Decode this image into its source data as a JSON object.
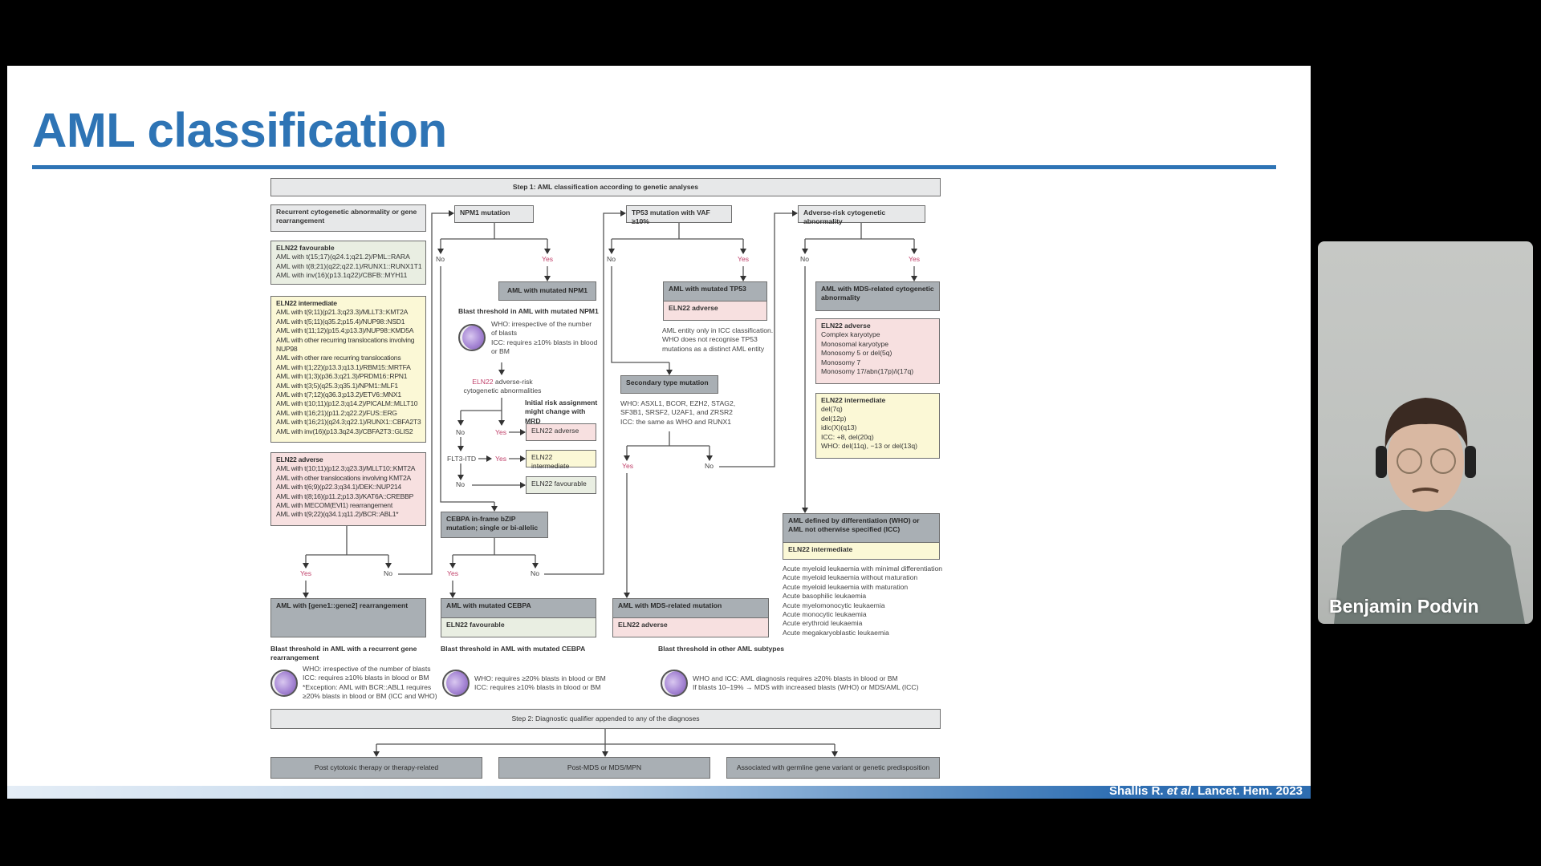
{
  "slide": {
    "title": "AML classification",
    "citation_prefix": "Shallis R. ",
    "citation_etal": "et al",
    "citation_suffix": ". Lancet. Hem. 2023"
  },
  "diagram": {
    "step1": "Step 1: AML classification according to genetic analyses",
    "step2": "Step 2: Diagnostic qualifier appended to any of the diagnoses",
    "yes": "Yes",
    "no": "No",
    "col1": {
      "header": "Recurrent cytogenetic abnormality or gene rearrangement",
      "favourable": {
        "title": "ELN22 favourable",
        "items": [
          "AML with t(15;17)(q24.1;q21.2)/PML::RARA",
          "AML with t(8;21)(q22;q22.1)/RUNX1::RUNX1T1",
          "AML with inv(16)(p13.1q22)/CBFB::MYH11"
        ]
      },
      "intermediate": {
        "title": "ELN22 intermediate",
        "items": [
          "AML with t(9;11)(p21.3;q23.3)/MLLT3::KMT2A",
          "AML with t(5;11)(q35.2;p15.4)/NUP98::NSD1",
          "AML with t(11;12)(p15.4;p13.3)/NUP98::KMD5A",
          "AML with other recurring translocations involving",
          "NUP98",
          "AML with other rare recurring translocations",
          "AML with t(1;22)(p13.3;q13.1)/RBM15::MRTFA",
          "AML with t(1;3)(p36.3;q21.3)/PRDM16::RPN1",
          "AML with t(3;5)(q25.3;q35.1)/NPM1::MLF1",
          "AML with t(7;12)(q36.3;p13.2)/ETV6::MNX1",
          "AML with t(10;11)(p12.3;q14.2)/PICALM::MLLT10",
          "AML with t(16;21)(p11.2;q22.2)/FUS::ERG",
          "AML with t(16;21)(q24.3;q22.1)/RUNX1::CBFA2T3",
          "AML with inv(16)(p13.3q24.3)/CBFA2T3::GLIS2"
        ]
      },
      "adverse": {
        "title": "ELN22 adverse",
        "items": [
          "AML with t(10;11)(p12.3;q23.3)/MLLT10::KMT2A",
          "AML with other translocations involving KMT2A",
          "AML with t(6;9)(p22.3;q34.1)/DEK::NUP214",
          "AML with t(8;16)(p11.2;p13.3)/KAT6A::CREBBP",
          "AML with MECOM(EVI1) rearrangement",
          "AML with t(9;22)(q34.1;q11.2)/BCR::ABL1*"
        ]
      },
      "result": "AML with [gene1::gene2] rearrangement",
      "blast_title": "Blast threshold in AML with a recurrent gene rearrangement",
      "blast_lines": [
        "WHO: irrespective of the number of blasts",
        "ICC: requires ≥10% blasts in blood or BM",
        "*Exception: AML with BCR::ABL1 requires",
        "≥20% blasts in blood or BM (ICC and WHO)"
      ]
    },
    "col2": {
      "header": "NPM1 mutation",
      "result": "AML with mutated NPM1",
      "blast_title": "Blast threshold in AML with mutated NPM1",
      "blast_lines": [
        "WHO: irrespective of the number",
        "of blasts",
        "ICC: requires ≥10% blasts in blood",
        "or BM"
      ],
      "eln_prefix": "ELN22",
      "eln_text": " adverse-risk cytogenetic abnormalities",
      "mrd_note": "Initial risk assignment might change with MRD",
      "flt3": "FLT3-ITD",
      "risk_adverse": "ELN22 adverse",
      "risk_intermediate": "ELN22 intermediate",
      "risk_favourable": "ELN22 favourable",
      "cebpa": "CEBPA in-frame bZIP mutation; single or bi-allelic",
      "cebpa_result": "AML with mutated CEBPA",
      "cebpa_risk": "ELN22 favourable",
      "cebpa_blast_title": "Blast threshold in AML with mutated CEBPA",
      "cebpa_blast_lines": [
        "WHO: requires ≥20% blasts in blood or BM",
        "ICC: requires ≥10% blasts in blood or BM"
      ]
    },
    "col3": {
      "header": "TP53 mutation with VAF ≥10%",
      "result": "AML with mutated TP53",
      "risk": "ELN22 adverse",
      "note": [
        "AML entity only in ICC classification.",
        "WHO does not recognise TP53",
        "mutations as a distinct AML entity"
      ],
      "secondary": "Secondary type mutation",
      "secondary_lines": [
        "WHO: ASXL1, BCOR, EZH2, STAG2,",
        "SF3B1, SRSF2, U2AF1, and ZRSR2",
        "ICC: the same as WHO and RUNX1"
      ],
      "mds_result": "AML with MDS-related mutation",
      "mds_risk": "ELN22 adverse",
      "blast_title": "Blast threshold in other AML subtypes",
      "blast_lines": [
        "WHO and ICC: AML diagnosis requires ≥20% blasts in blood or BM",
        "If blasts 10–19% → MDS with increased blasts (WHO) or MDS/AML (ICC)"
      ]
    },
    "col4": {
      "header": "Adverse-risk cytogenetic abnormality",
      "result": "AML with MDS-related cytogenetic abnormality",
      "adverse": {
        "title": "ELN22 adverse",
        "items": [
          "Complex karyotype",
          "Monosomal karyotype",
          "Monosomy 5 or del(5q)",
          "Monosomy 7",
          "Monosomy 17/abn(17p)/i(17q)"
        ]
      },
      "intermediate": {
        "title": "ELN22 intermediate",
        "items": [
          "del(7q)",
          "del(12p)",
          "idic(X)(q13)",
          "ICC: +8, del(20q)",
          "WHO: del(11q), −13 or del(13q)"
        ]
      },
      "diff_result": "AML defined by differentiation (WHO) or AML not otherwise specified (ICC)",
      "diff_risk": "ELN22 intermediate",
      "diff_list": [
        "Acute myeloid leukaemia with minimal differentiation",
        "Acute myeloid leukaemia without maturation",
        "Acute myeloid leukaemia with maturation",
        "Acute basophilic leukaemia",
        "Acute myelomonocytic leukaemia",
        "Acute monocytic leukaemia",
        "Acute erythroid leukaemia",
        "Acute megakaryoblastic leukaemia"
      ]
    },
    "qualifiers": [
      "Post cytotoxic therapy or therapy-related",
      "Post-MDS or MDS/MPN",
      "Associated with germline gene variant or genetic predisposition"
    ]
  },
  "webcam": {
    "name": "Benjamin Podvin"
  },
  "colors": {
    "accent": "#2e74b5",
    "yes": "#c0406a"
  }
}
